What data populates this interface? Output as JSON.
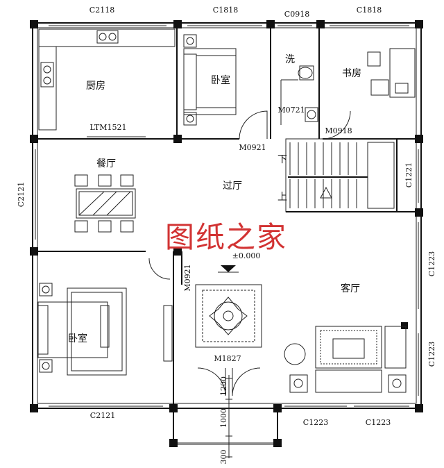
{
  "rooms": {
    "kitchen": "厨房",
    "bedroom_top": "卧室",
    "bathroom": "洗",
    "study": "书房",
    "dining": "餐厅",
    "hall": "过厅",
    "living": "客厅",
    "bedroom_bottom": "卧室"
  },
  "windows": {
    "top_kitchen": "C2118",
    "top_bedroom": "C1818",
    "top_bath": "C0918",
    "top_study": "C1818",
    "left_dining": "C2121",
    "right_stair": "C1221",
    "right_living_upper": "C1223",
    "right_living_lower": "C1223",
    "bottom_bedroom": "C2121",
    "bottom_living_left": "C1223",
    "bottom_living_right": "C1223"
  },
  "doors": {
    "kitchen": "LTM1521",
    "bedroom_top": "M0921",
    "bath": "M0721",
    "study": "M0918",
    "bedroom_bottom": "M0921",
    "main": "M1827"
  },
  "stairs": {
    "down": "下",
    "up": "上"
  },
  "elevation": "±0.000",
  "dims": {
    "d1200": "1200",
    "d1000": "1000",
    "d300": "300"
  },
  "watermark": "图纸之家"
}
